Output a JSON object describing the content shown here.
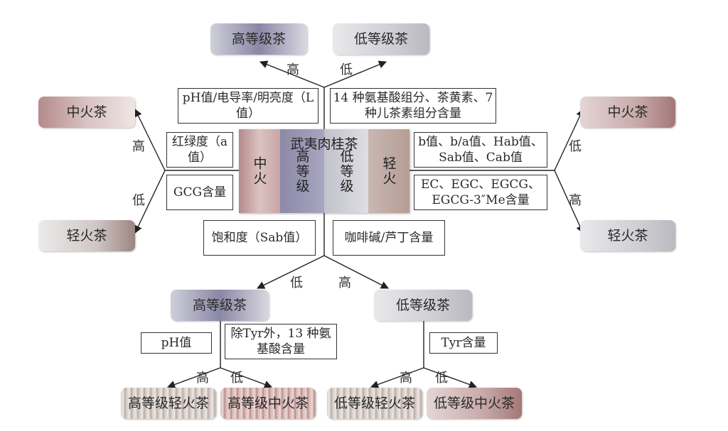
{
  "center": {
    "title": "武夷肉桂茶",
    "mid_fire": "中火",
    "high_grade": "高等级",
    "low_grade": "低等级",
    "light_fire": "轻火"
  },
  "top": {
    "high_grade_tea": "高等级茶",
    "low_grade_tea": "低等级茶",
    "label_high": "高",
    "label_low": "低",
    "box_left": "pH值/电导率/明亮度（L值）",
    "box_right": "14 种氨基酸组分、茶黄素、7 种儿茶素组分含量"
  },
  "left": {
    "mid_fire_tea": "中火茶",
    "light_fire_tea": "轻火茶",
    "label_high": "高",
    "label_low": "低",
    "box_top": "红绿度（a值）",
    "box_bottom": "GCG含量"
  },
  "right": {
    "mid_fire_tea": "中火茶",
    "light_fire_tea": "轻火茶",
    "label_low": "低",
    "label_high": "高",
    "box_top": "b值、b/a值、Hab值、Sab值、Cab值",
    "box_bottom": "EC、EGC、EGCG、EGCG-3″Me含量"
  },
  "bottom": {
    "box_left": "饱和度（Sab值）",
    "box_right": "咖啡碱/芦丁含量",
    "label_low": "低",
    "label_high": "高",
    "high_grade_tea": "高等级茶",
    "low_grade_tea": "低等级茶"
  },
  "bottom_left": {
    "box_left": "pH值",
    "box_right": "除Tyr外，13 种氨基酸含量",
    "label_high": "高",
    "label_low": "低",
    "leaf_light": "高等级轻火茶",
    "leaf_mid": "高等级中火茶"
  },
  "bottom_right": {
    "box": "Tyr含量",
    "label_high": "高",
    "label_low": "低",
    "leaf_light": "低等级轻火茶",
    "leaf_mid": "低等级中火茶"
  }
}
